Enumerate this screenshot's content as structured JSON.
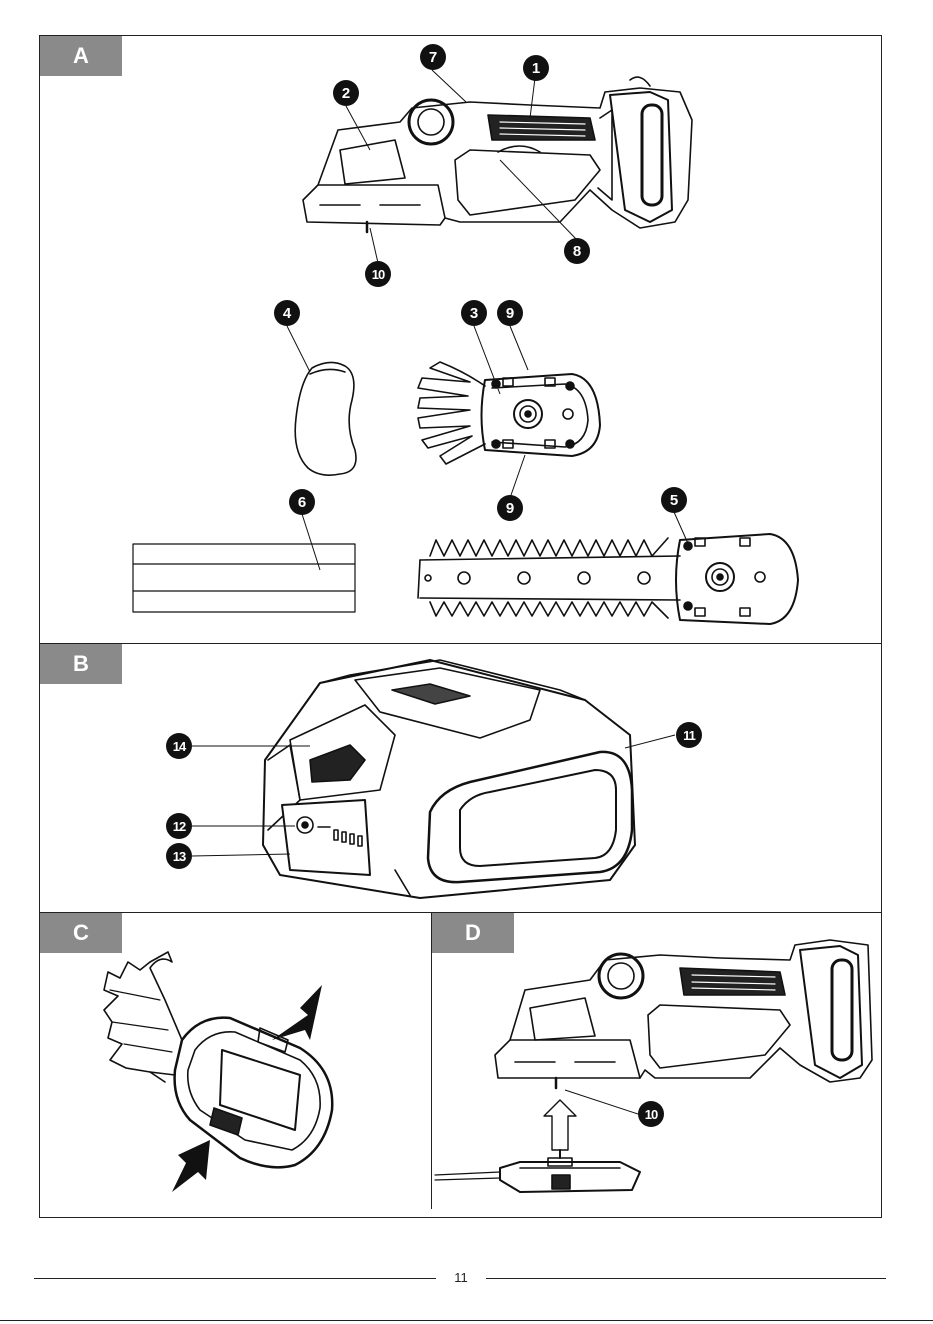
{
  "panels": {
    "a": {
      "tab": "A"
    },
    "b": {
      "tab": "B"
    },
    "c": {
      "tab": "C"
    },
    "d": {
      "tab": "D"
    }
  },
  "callouts": {
    "c1": "1",
    "c2": "2",
    "c3": "3",
    "c4": "4",
    "c5": "5",
    "c6": "6",
    "c7": "7",
    "c8": "8",
    "c9a": "9",
    "c9b": "9",
    "c10a": "10",
    "c10b": "10",
    "c11": "11",
    "c12": "12",
    "c13": "13",
    "c14": "14"
  },
  "footer": {
    "page_number": "11"
  }
}
